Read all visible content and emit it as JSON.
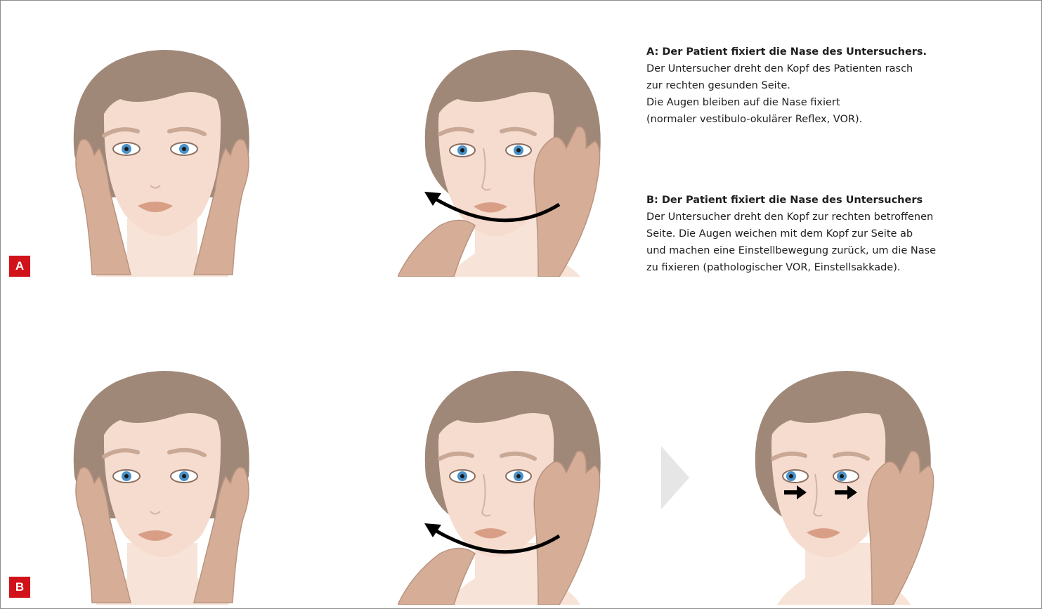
{
  "labels": {
    "a": "A",
    "b": "B"
  },
  "captions": {
    "a": {
      "heading": "A: Der Patient fixiert die Nase des Untersuchers.",
      "lines": [
        "Der Untersucher dreht den Kopf des Patienten rasch",
        "zur rechten gesunden Seite.",
        "Die Augen bleiben auf die Nase fixiert",
        "(normaler vestibulo-okulärer Reflex, VOR)."
      ]
    },
    "b": {
      "heading": "B: Der Patient fixiert die Nase des Untersuchers",
      "lines": [
        "Der Untersucher dreht den Kopf zur rechten betroffenen",
        "Seite. Die Augen weichen mit dem Kopf zur Seite ab",
        "und machen eine Einstellbewegung zurück, um die Nase",
        "zu fixieren (pathologischer VOR, Einstellsakkade)."
      ]
    }
  },
  "colors": {
    "hair": "#a08878",
    "skin": "#f5dccf",
    "hand": "#d6ae98",
    "lips": "#d99f86",
    "iris": "#4a90c8",
    "label_red": "#d2121a",
    "chevron": "#e6e6e6",
    "arrow": "#000000"
  }
}
